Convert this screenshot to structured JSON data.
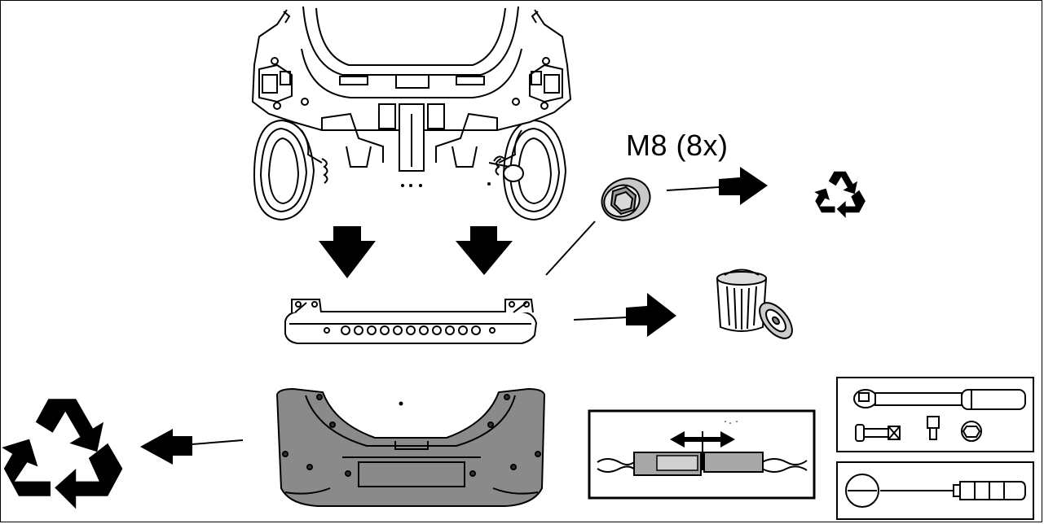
{
  "bolt_callout": {
    "label": "M8 (8x)"
  },
  "icons": {
    "car_rear": "car-rear-underbody-illustration",
    "remove_arrows": "down-arrow-icon",
    "bolt": "flange-nut-icon",
    "recycle": "recycle-icon",
    "trash": "trash-bin-icon",
    "crossmember": "bumper-reinforcement-bar",
    "bumper": "rear-bumper-cover",
    "tools": [
      "ratchet-wrench-icon",
      "socket-extension-icon",
      "socket-icon",
      "hex-socket-icon",
      "flat-screwdriver-icon"
    ],
    "wiring_detail": "wire-harness-connector-detail"
  },
  "colors": {
    "bumper_fill": "#8a8a8a",
    "line": "#000000",
    "connector_fill": "#a8a8a8"
  }
}
